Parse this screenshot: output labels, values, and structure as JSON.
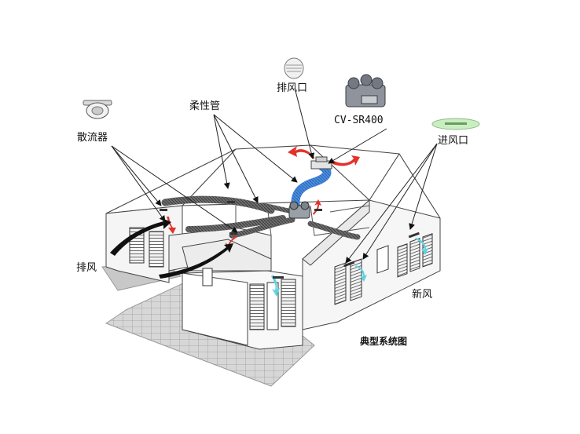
{
  "labels": {
    "diffuser": "散流器",
    "flex_duct": "柔性管",
    "exhaust_outlet": "排风口",
    "unit_model": "CV-SR400",
    "fresh_inlet": "进风口",
    "exhaust_air": "排风",
    "fresh_air": "新风",
    "caption": "典型系统图"
  },
  "colors": {
    "fresh_air_arrow": "#5fd3e0",
    "exhaust_arrow": "#e2322a",
    "duct_blue": "#3c7fd6",
    "inlet_green": "#c9efc0",
    "paving": "#d3d3d3"
  },
  "icons": {
    "diffuser": "diffuser-icon",
    "exhaust_outlet": "exhaust-vent-icon",
    "unit": "ventilation-unit-icon",
    "fresh_inlet": "inlet-grille-icon"
  }
}
